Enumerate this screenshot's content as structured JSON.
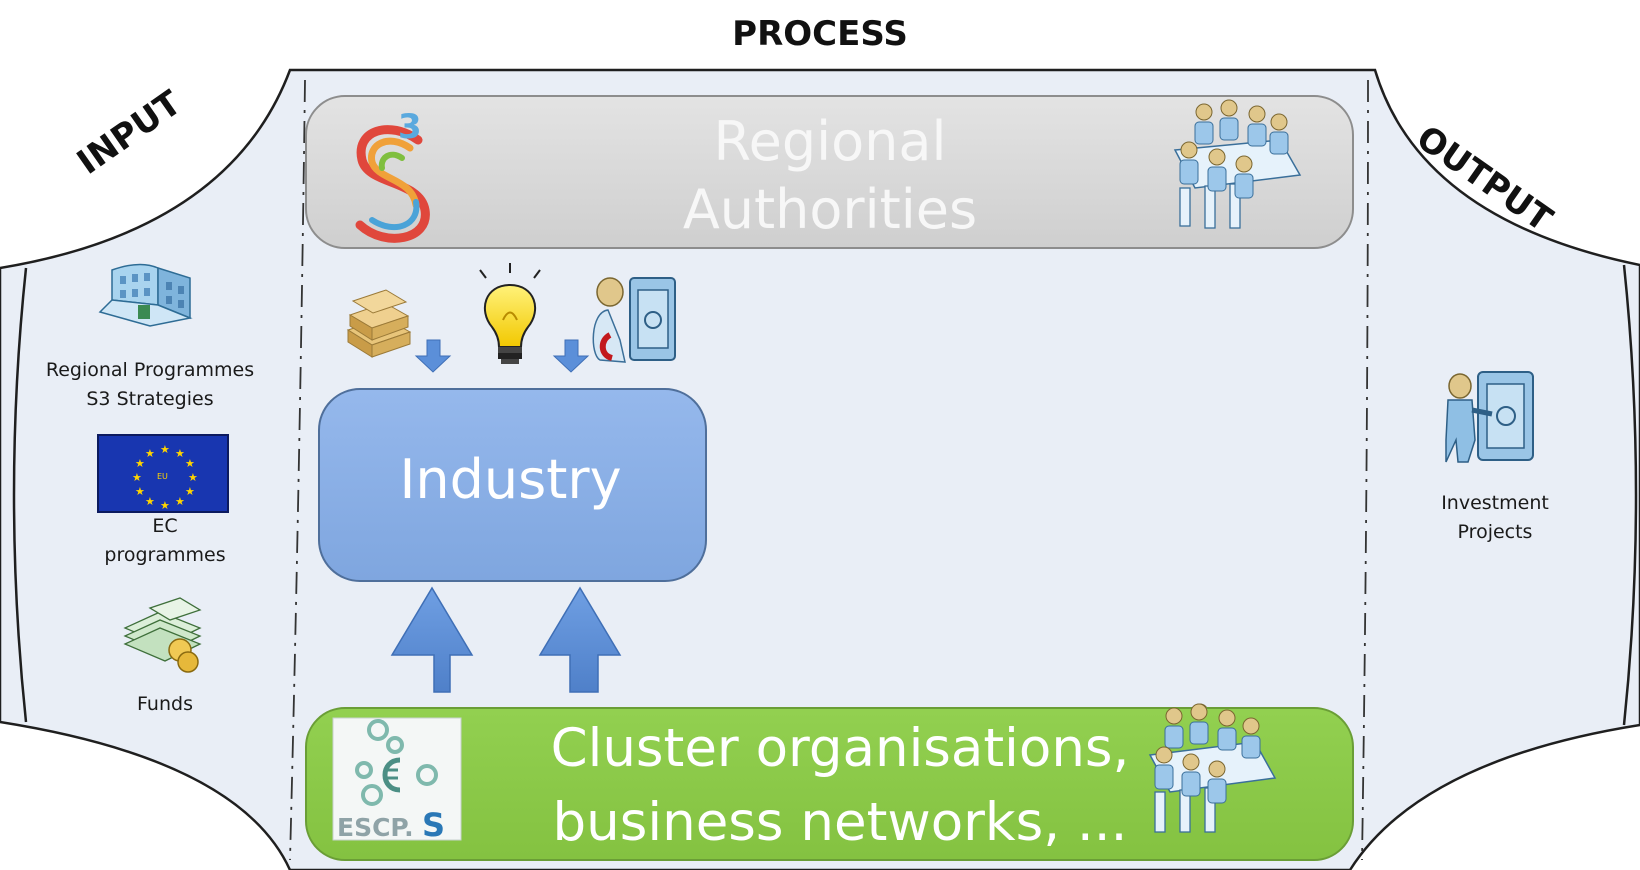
{
  "diagram": {
    "process_title": "PROCESS",
    "input_title": "INPUT",
    "output_title": "OUTPUT",
    "regional_authorities": {
      "line1": "Regional",
      "line2": "Authorities",
      "logo_text": "S",
      "logo_superscript": "3"
    },
    "industry": {
      "label": "Industry"
    },
    "clusters": {
      "line1": "Cluster organisations,",
      "line2": "business networks, ...",
      "logo_text": "ESCP.",
      "logo_s": "S"
    },
    "inputs": [
      {
        "line1": "Regional Programmes",
        "line2": "S3 Strategies",
        "icon": "building-icon"
      },
      {
        "line1": "EC",
        "line2": "programmes",
        "icon": "eu-flag-icon",
        "flag_text": "EU"
      },
      {
        "line1": "Funds",
        "icon": "money-stack-icon"
      }
    ],
    "outputs": [
      {
        "line1": "Investment",
        "line2": "Projects",
        "icon": "investor-icon"
      }
    ],
    "colors": {
      "background": "#e8eef6",
      "regional_box": "#d6d6d6",
      "industry_box": "#8bb0e6",
      "cluster_box": "#8cc94a",
      "arrow": "#5b8fd9",
      "eu_blue": "#1836b0",
      "eu_gold": "#ffd400"
    }
  }
}
